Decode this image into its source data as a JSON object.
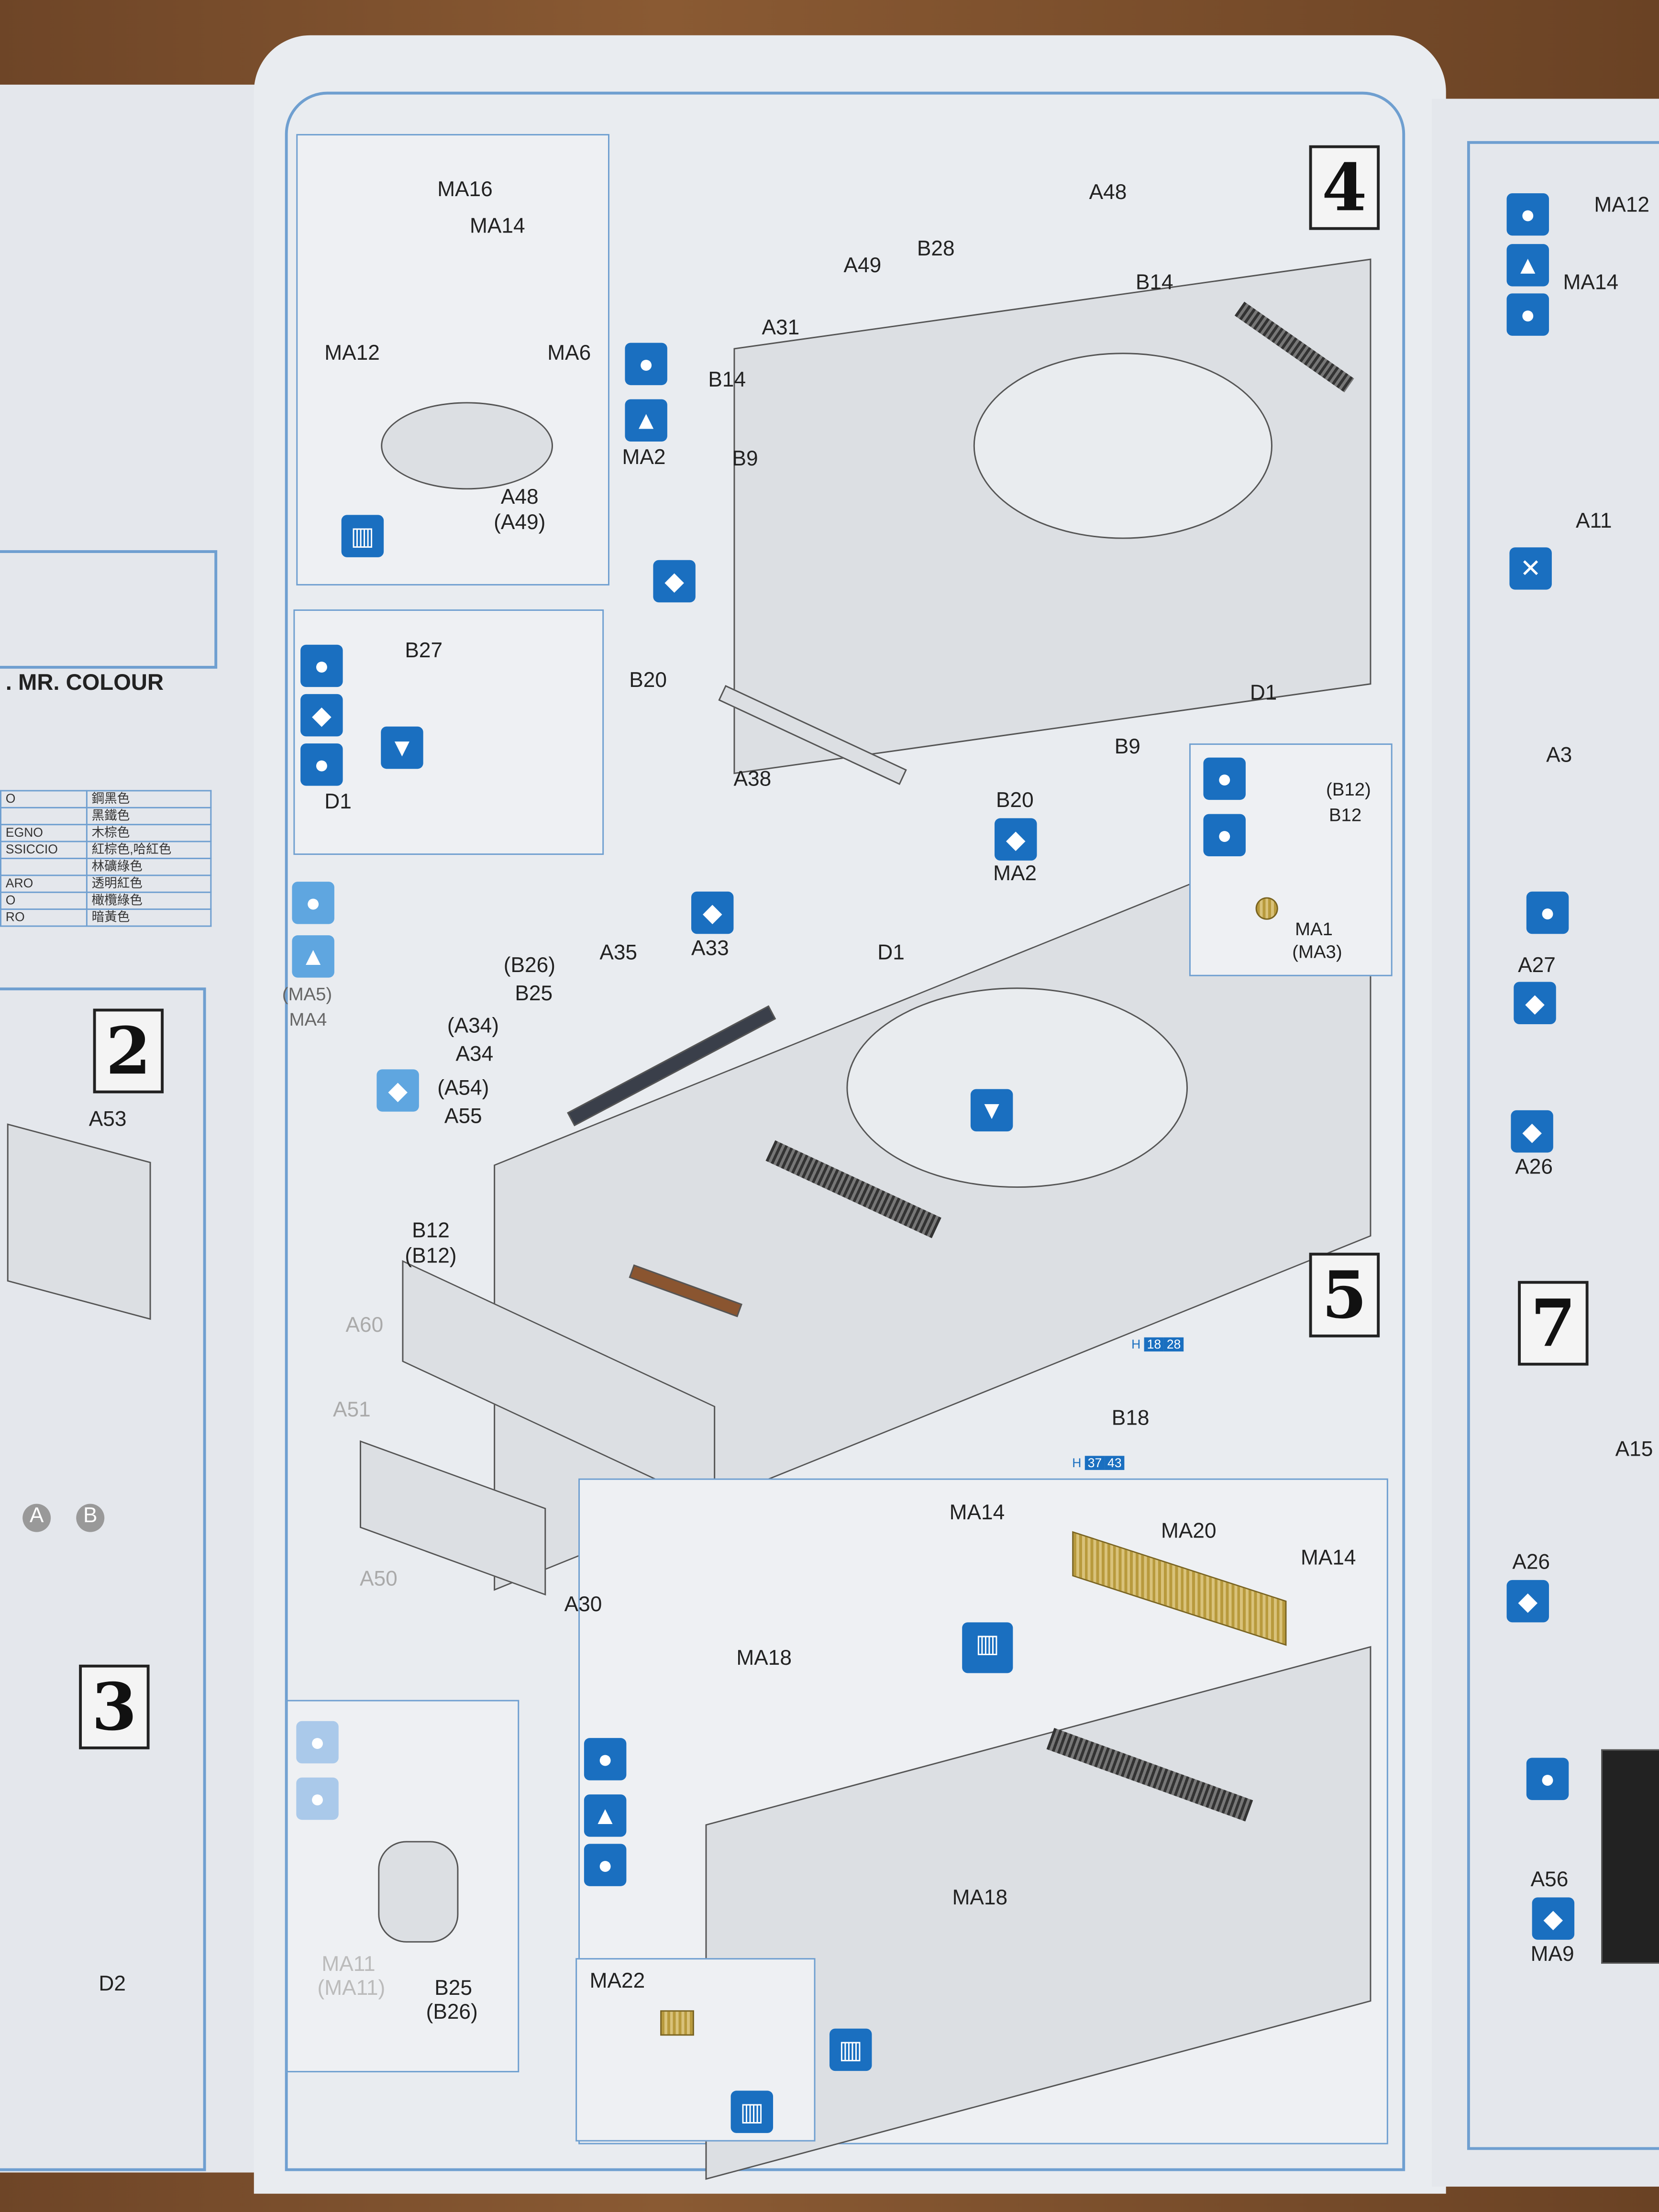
{
  "left_page": {
    "colour_heading": ". MR. COLOUR",
    "colour_rows": [
      {
        "it": "O",
        "zh": "鋼黑色"
      },
      {
        "it": "",
        "zh": "黑鐵色"
      },
      {
        "it": "EGNO",
        "zh": "木棕色"
      },
      {
        "it": "SSICCIO",
        "zh": "紅棕色,哈紅色"
      },
      {
        "it": "",
        "zh": "林礦綠色"
      },
      {
        "it": "ARO",
        "zh": "透明紅色"
      },
      {
        "it": "O",
        "zh": "橄欖綠色"
      },
      {
        "it": "RO",
        "zh": "暗黃色"
      }
    ],
    "steps": [
      "2",
      "3"
    ],
    "labels": [
      "A53",
      "D2",
      "A",
      "B"
    ]
  },
  "step4": {
    "number": "4",
    "inset_labels": [
      "MA16",
      "MA14",
      "MA12",
      "MA6",
      "A48",
      "(A49)"
    ],
    "labels": [
      "A48",
      "B28",
      "A49",
      "B14",
      "A31",
      "B14",
      "MA2",
      "B9",
      "B20",
      "D1",
      "B9",
      "A38",
      "B20",
      "MA2"
    ],
    "detail_labels": [
      "(B12)",
      "B12",
      "MA1",
      "(MA3)"
    ],
    "b27_labels": [
      "B27",
      "D1"
    ]
  },
  "step5": {
    "number": "5",
    "labels": [
      "A33",
      "A35",
      "D1",
      "(B26)",
      "B25",
      "(A34)",
      "A34",
      "(A54)",
      "A55",
      "(MA5)",
      "MA4",
      "B12",
      "(B12)",
      "A60",
      "A51",
      "A50",
      "A30",
      "B18"
    ],
    "color_codes": [
      {
        "h": "H",
        "a": "18",
        "b": "28"
      },
      {
        "h": "H",
        "a": "37",
        "b": "43"
      }
    ],
    "pe_labels": [
      "MA14",
      "MA20",
      "MA14",
      "MA18",
      "MA18",
      "MA22"
    ],
    "inset_labels": [
      "MA11",
      "(MA11)",
      "B25",
      "(B26)"
    ]
  },
  "right_page": {
    "step": "7",
    "labels": [
      "MA12",
      "MA14",
      "A11",
      "A3",
      "A27",
      "A26",
      "A15",
      "A26",
      "A56",
      "MA9"
    ]
  },
  "colors": {
    "frame": "#6f9fd0",
    "icon": "#1a6fc0",
    "brass": "#c9ac52",
    "paper": "#e9ecf0"
  }
}
